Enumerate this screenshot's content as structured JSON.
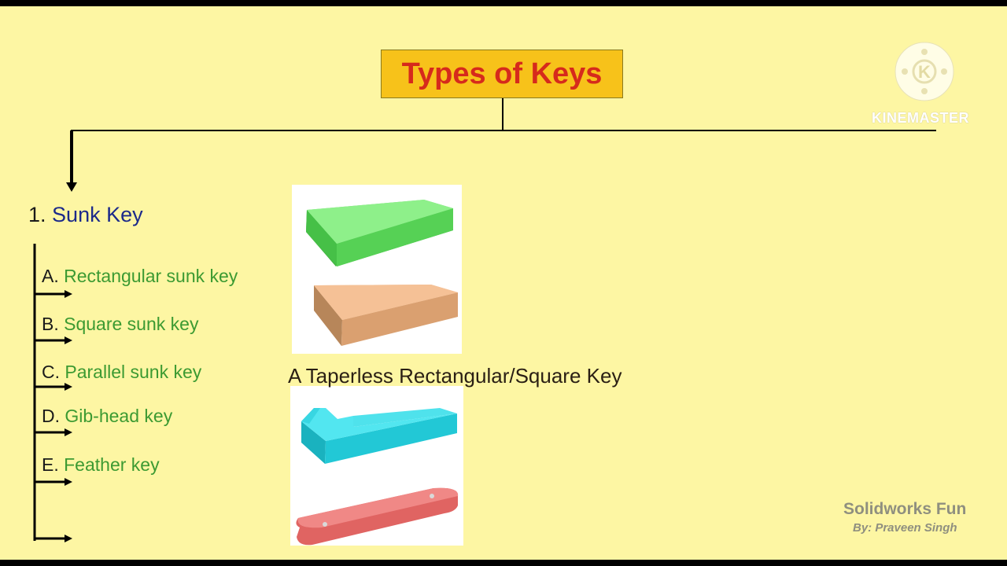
{
  "title": "Types of Keys",
  "sunk_key": {
    "number": "1.",
    "label": "Sunk Key"
  },
  "sub_types": [
    {
      "letter": "A.",
      "label": "Rectangular sunk key"
    },
    {
      "letter": "B.",
      "label": "Square sunk key"
    },
    {
      "letter": "C.",
      "label": "Parallel sunk key"
    },
    {
      "letter": "D.",
      "label": "Gib-head key"
    },
    {
      "letter": "E.",
      "label": "Feather key"
    }
  ],
  "caption": "A Taperless Rectangular/Square Key",
  "watermark": {
    "text": "KINEMASTER"
  },
  "credits": {
    "channel": "Solidworks Fun",
    "author": "By: Praveen Singh"
  },
  "colors": {
    "background": "#fdf6a3",
    "title_box": "#f7c21a",
    "title_text": "#d62a1c",
    "sub_type_text": "#3c9a32",
    "heading_text": "#1c2a8a"
  }
}
